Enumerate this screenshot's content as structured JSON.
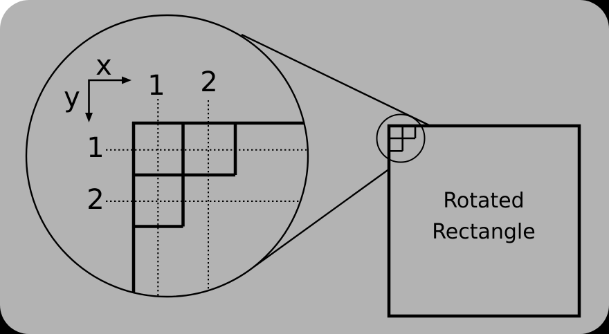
{
  "colors": {
    "canvas_background": "#b3b3b3",
    "outer_background": "#000000",
    "corner_accent": "#ffffff",
    "ink": "#000000"
  },
  "magnified_view": {
    "axis_x_label": "x",
    "axis_y_label": "y",
    "x_tick_labels": [
      "1",
      "2"
    ],
    "y_tick_labels": [
      "1",
      "2"
    ]
  },
  "target": {
    "label_line_1": "Rotated",
    "label_line_2": "Rectangle"
  }
}
